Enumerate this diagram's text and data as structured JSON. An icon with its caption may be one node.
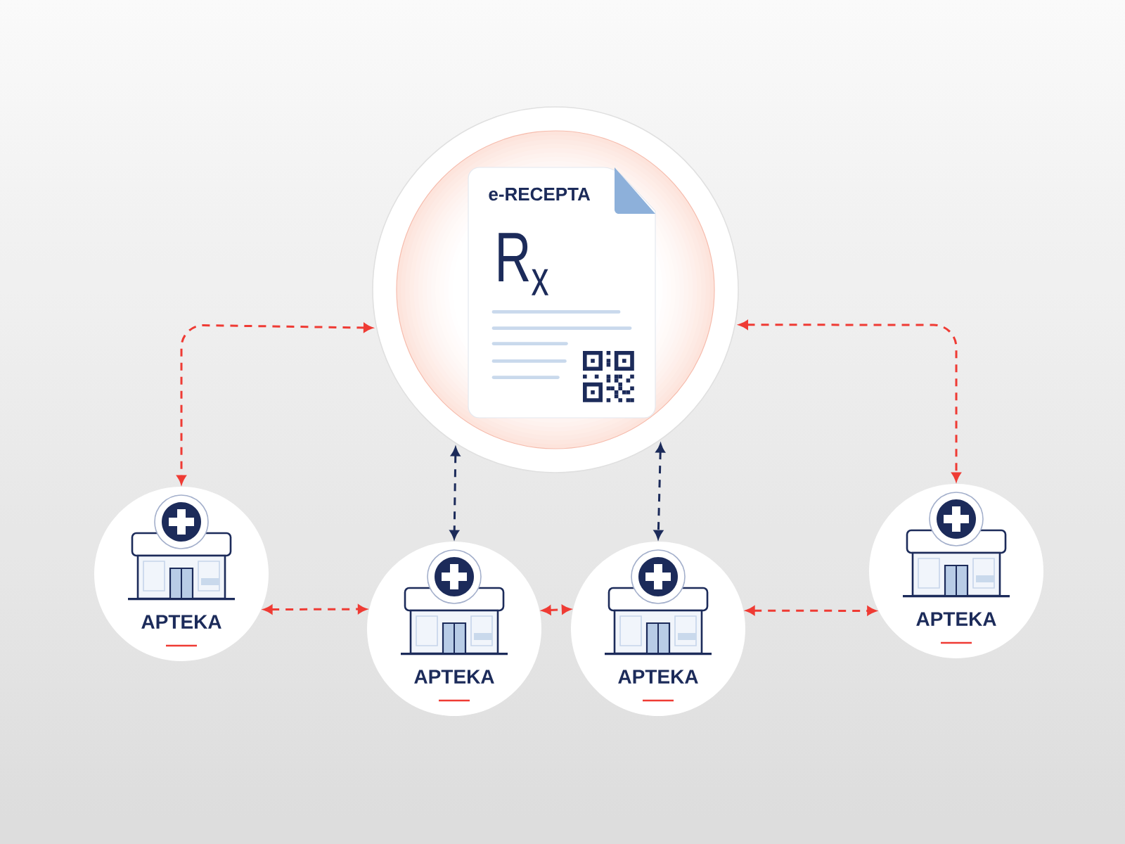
{
  "diagram": {
    "nodes": [
      {
        "text": [],
        "shape": "circle"
      },
      {
        "text": [
          "e-RECEPTA",
          "R$_{x}$"
        ],
        "in": 0
      },
      {
        "text": [
          "APTEKA"
        ]
      },
      {
        "text": [
          "APTEKA"
        ]
      },
      {
        "text": [
          "APTEKA"
        ]
      },
      {
        "text": [
          "APTEKA"
        ]
      }
    ],
    "edges": [
      {
        "from": 0,
        "to": 2,
        "arrow": "both",
        "style": "dashed"
      },
      {
        "from": 0,
        "to": 5,
        "arrow": "both",
        "style": "dashed"
      },
      {
        "from": 0,
        "to": 3,
        "arrow": "both",
        "style": "dashed",
        "color": "#1c2b5a"
      },
      {
        "from": 0,
        "to": 4,
        "arrow": "both",
        "style": "dashed",
        "color": "#1c2b5a"
      },
      {
        "from": 2,
        "to": 3,
        "arrow": "both",
        "style": "dashed"
      },
      {
        "from": 3,
        "to": 4,
        "arrow": "both",
        "style": "dashed"
      },
      {
        "from": 4,
        "to": 5,
        "arrow": "both",
        "style": "dashed"
      }
    ]
  }
}
